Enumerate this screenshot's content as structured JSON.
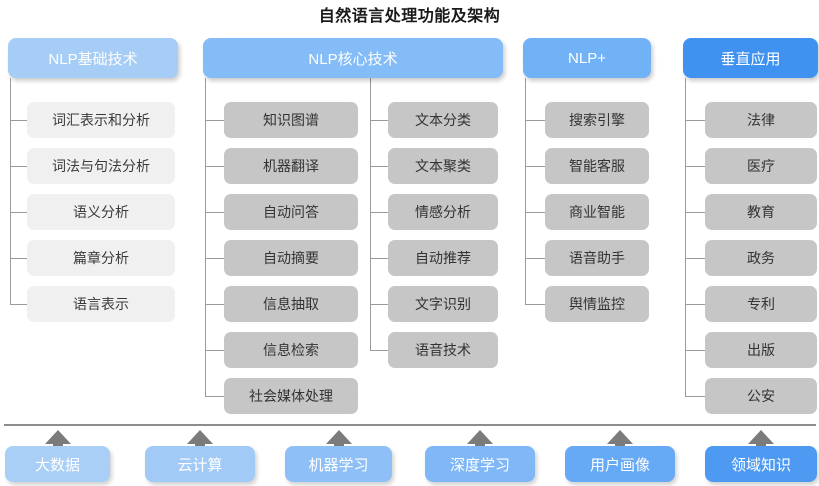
{
  "title": "自然语言处理功能及架构",
  "columns": [
    {
      "id": "nlp-basic",
      "header": "NLP基础技术",
      "header_color": "#a5cdf5",
      "item_style": "light",
      "groups": [
        {
          "items": [
            "词汇表示和分析",
            "词法与句法分析",
            "语义分析",
            "篇章分析",
            "语言表示"
          ]
        }
      ]
    },
    {
      "id": "nlp-core",
      "header": "NLP核心技术",
      "header_color": "#84bcf7",
      "item_style": "dark",
      "groups": [
        {
          "items": [
            "知识图谱",
            "机器翻译",
            "自动问答",
            "自动摘要",
            "信息抽取",
            "信息检索",
            "社会媒体处理"
          ]
        },
        {
          "items": [
            "文本分类",
            "文本聚类",
            "情感分析",
            "自动推荐",
            "文字识别",
            "语音技术"
          ]
        }
      ]
    },
    {
      "id": "nlp-plus",
      "header": "NLP+",
      "header_color": "#71b2f7",
      "item_style": "dark",
      "groups": [
        {
          "items": [
            "搜索引擎",
            "智能客服",
            "商业智能",
            "语音助手",
            "舆情监控"
          ]
        }
      ]
    },
    {
      "id": "vertical-app",
      "header": "垂直应用",
      "header_color": "#3f92f0",
      "item_style": "dark",
      "groups": [
        {
          "items": [
            "法律",
            "医疗",
            "教育",
            "政务",
            "专利",
            "出版",
            "公安"
          ]
        }
      ]
    }
  ],
  "foundation": {
    "arrow_color": "#7b7b7b",
    "items": [
      {
        "label": "大数据",
        "color": "#a9cff6"
      },
      {
        "label": "云计算",
        "color": "#a2caf6"
      },
      {
        "label": "机器学习",
        "color": "#8ec0f7"
      },
      {
        "label": "深度学习",
        "color": "#7fb7f7"
      },
      {
        "label": "用户画像",
        "color": "#66a9f4"
      },
      {
        "label": "领域知识",
        "color": "#4e9af2"
      }
    ]
  },
  "watermark": ""
}
